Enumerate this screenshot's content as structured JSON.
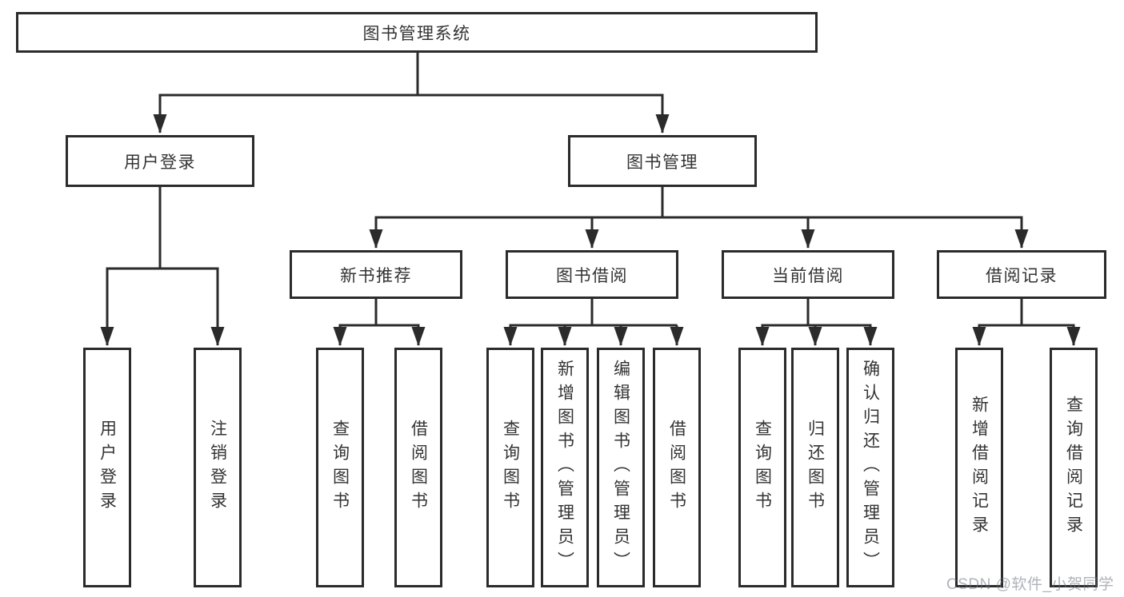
{
  "colors": {
    "line": "#2b2b2b",
    "text": "#333333",
    "bg": "#ffffff"
  },
  "root": {
    "label": "图书管理系统",
    "children": [
      {
        "label": "用户登录",
        "children": [
          {
            "label": "用户登录"
          },
          {
            "label": "注销登录"
          }
        ]
      },
      {
        "label": "图书管理",
        "children": [
          {
            "label": "新书推荐",
            "children": [
              {
                "label": "查询图书"
              },
              {
                "label": "借阅图书"
              }
            ]
          },
          {
            "label": "图书借阅",
            "children": [
              {
                "label": "查询图书"
              },
              {
                "label": "新增图书（管理员）"
              },
              {
                "label": "编辑图书（管理员）"
              },
              {
                "label": "借阅图书"
              }
            ]
          },
          {
            "label": "当前借阅",
            "children": [
              {
                "label": "查询图书"
              },
              {
                "label": "归还图书"
              },
              {
                "label": "确认归还（管理员）"
              }
            ]
          },
          {
            "label": "借阅记录",
            "children": [
              {
                "label": "新增借阅记录"
              },
              {
                "label": "查询借阅记录"
              }
            ]
          }
        ]
      }
    ]
  },
  "watermark": {
    "text": "CSDN @软件_小贺同学"
  }
}
